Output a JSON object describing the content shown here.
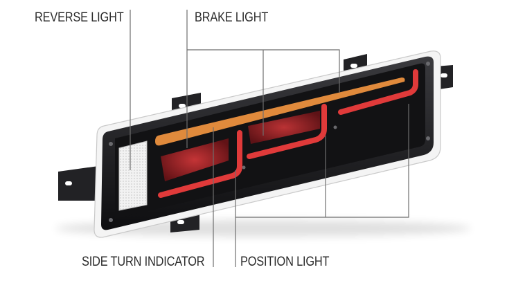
{
  "labels": {
    "reverse": "REVERSE LIGHT",
    "brake": "BRAKE LIGHT",
    "side_turn": "SIDE TURN INDICATOR",
    "position": "POSITION LIGHT"
  },
  "colors": {
    "housing": "#1c1c1e",
    "inner": "#141416",
    "reverse_lens": "#ececec",
    "brake_red": "#b8282c",
    "bar_red": "#e03a3a",
    "turn_amber": "#e08a3c",
    "leader_line": "#6e6e6e",
    "text": "#2b2b2b"
  }
}
